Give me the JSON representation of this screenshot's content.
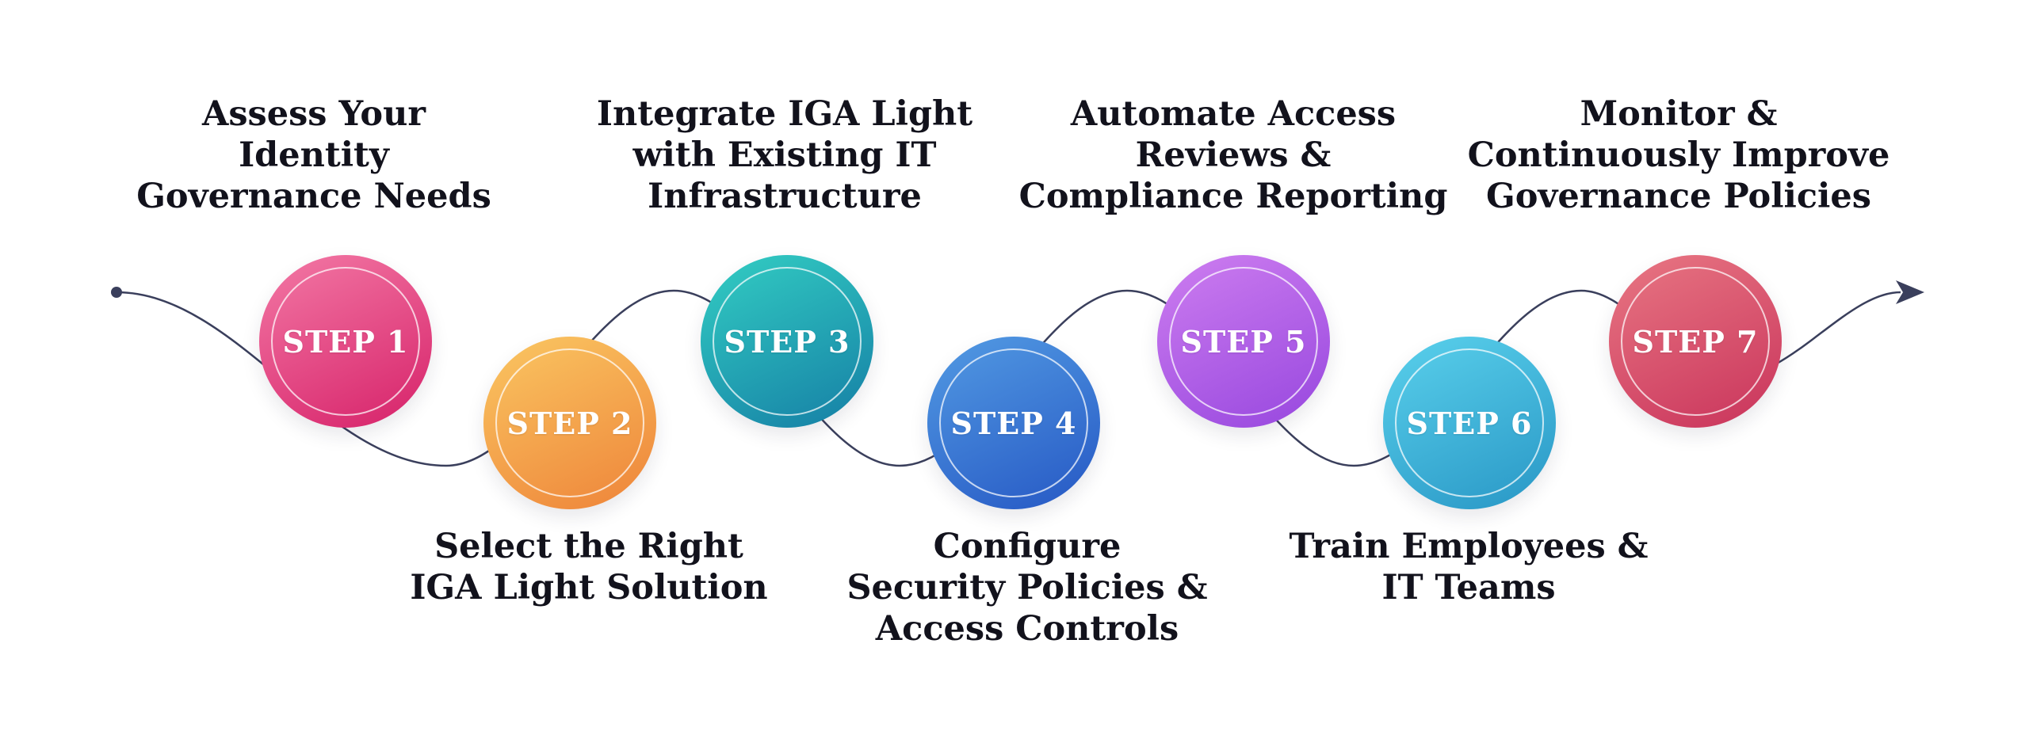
{
  "diagram": {
    "line_color": "#3a3f5c",
    "background_color": "#ffffff",
    "steps": [
      {
        "number": "STEP 1",
        "title": "Assess Your\nIdentity\nGovernance Needs",
        "position": "top",
        "colors": {
          "from": "#f0709f",
          "to": "#d92a6f"
        }
      },
      {
        "number": "STEP 2",
        "title": "Select the Right\nIGA Light Solution",
        "position": "bottom",
        "colors": {
          "from": "#f9c05e",
          "to": "#ef8a3d"
        }
      },
      {
        "number": "STEP 3",
        "title": "Integrate IGA Light\nwith Existing IT\nInfrastructure",
        "position": "top",
        "colors": {
          "from": "#30c6c0",
          "to": "#1886a8"
        }
      },
      {
        "number": "STEP 4",
        "title": "Configure\nSecurity Policies &\nAccess Controls",
        "position": "bottom",
        "colors": {
          "from": "#4e94e0",
          "to": "#2a5ec7"
        }
      },
      {
        "number": "STEP 5",
        "title": "Automate Access\nReviews &\nCompliance Reporting",
        "position": "top",
        "colors": {
          "from": "#c878ee",
          "to": "#9c4ce0"
        }
      },
      {
        "number": "STEP 6",
        "title": "Train Employees &\nIT Teams",
        "position": "bottom",
        "colors": {
          "from": "#55cbe8",
          "to": "#2d9cc9"
        }
      },
      {
        "number": "STEP 7",
        "title": "Monitor &\nContinuously Improve\nGovernance Policies",
        "position": "top",
        "colors": {
          "from": "#e5707f",
          "to": "#cc3a5f"
        }
      }
    ]
  }
}
